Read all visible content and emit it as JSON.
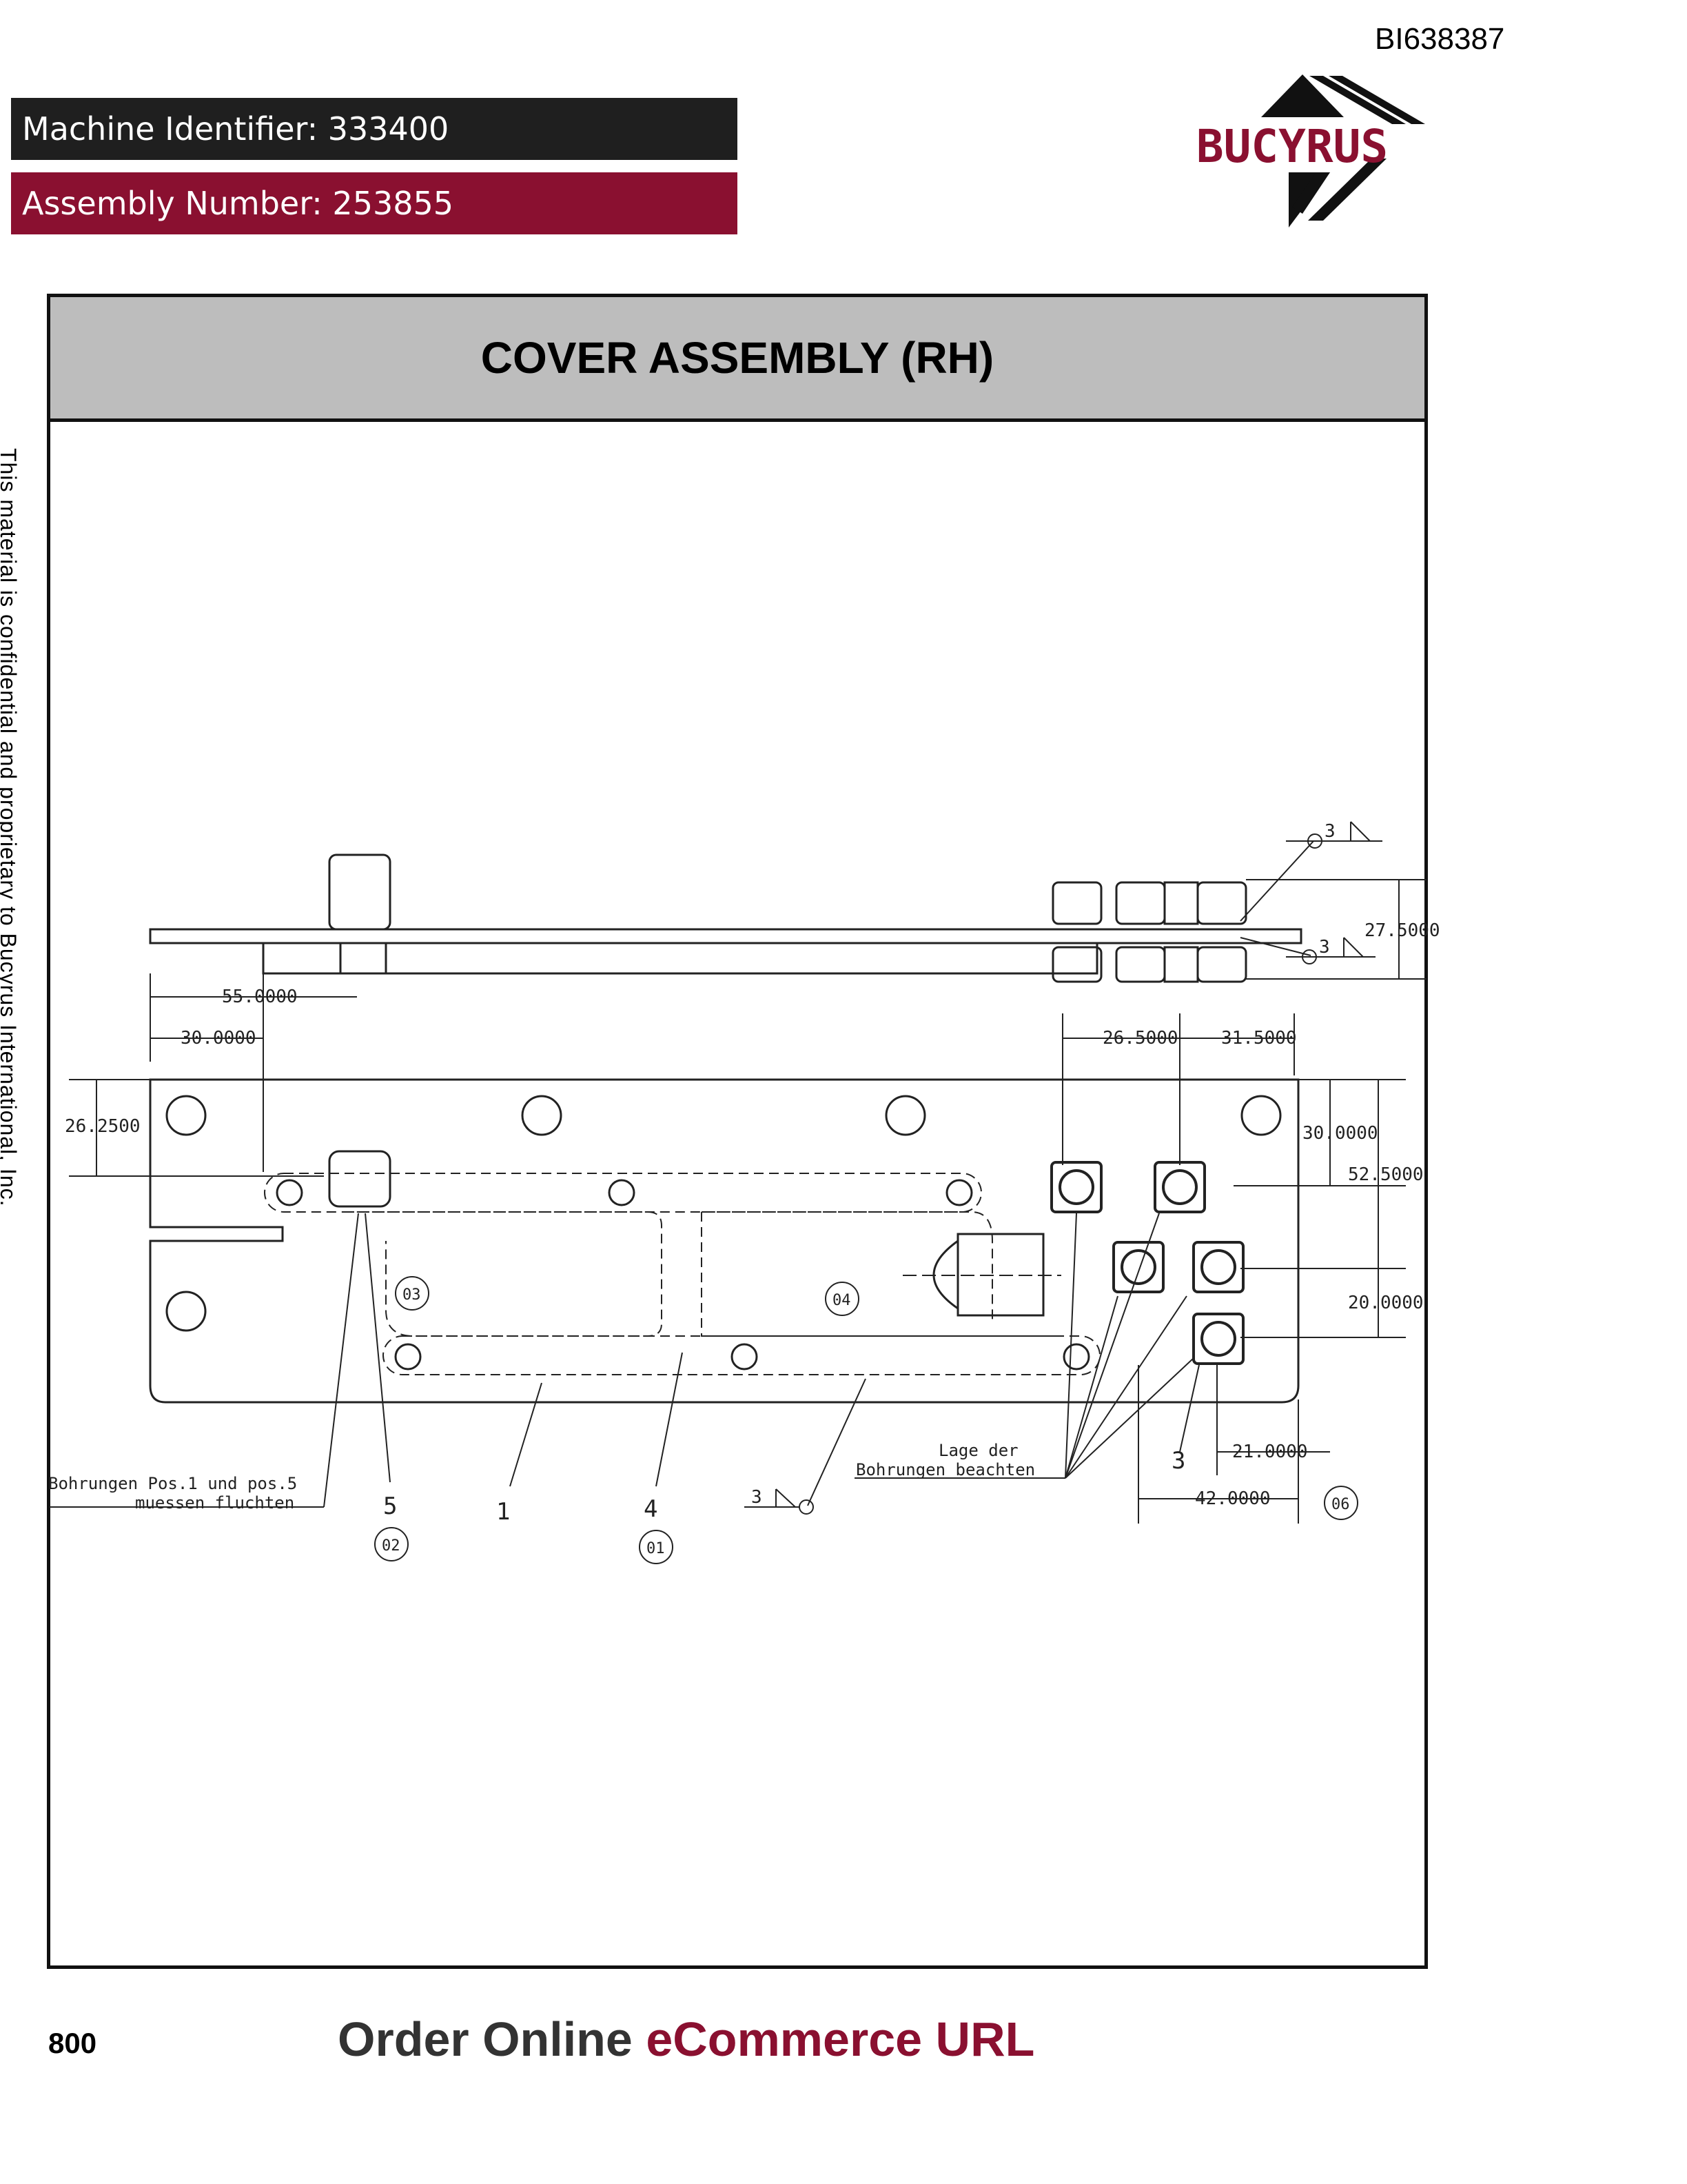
{
  "document_id": "BI638387",
  "machine_identifier": "Machine Identifier: 333400",
  "assembly_number": "Assembly Number: 253855",
  "brand": "BUCYRUS",
  "title": "COVER ASSEMBLY (RH)",
  "side_notice": "This material is confidential and proprietary to Bucyrus International, Inc.",
  "page_number": "800",
  "footer": {
    "part1": "Order Online",
    "part2": "eCommerce URL"
  },
  "colors": {
    "header_dark": "#1f1f1f",
    "header_accent": "#8a1030",
    "title_band": "#bdbdbd"
  },
  "drawing": {
    "dims": {
      "d55": "55.0000",
      "d30": "30.0000",
      "d26_25": "26.2500",
      "d26_5": "26.5000",
      "d31_5": "31.5000",
      "d27_5": "27.5000",
      "d30v": "30.0000",
      "d52_5": "52.5000",
      "d20": "20.0000",
      "d21": "21.0000",
      "d42": "42.0000"
    },
    "weld_size": "3",
    "circled": {
      "c01": "01",
      "c02": "02",
      "c03": "03",
      "c04": "04",
      "c06": "06"
    },
    "items": {
      "i1": "1",
      "i3": "3",
      "i4": "4",
      "i5": "5"
    },
    "note_holes_line1": "Bohrungen Pos.1 und pos.5",
    "note_holes_line2": "muessen fluchten",
    "note_lage_line1": "Lage der",
    "note_lage_line2": "Bohrungen beachten"
  }
}
